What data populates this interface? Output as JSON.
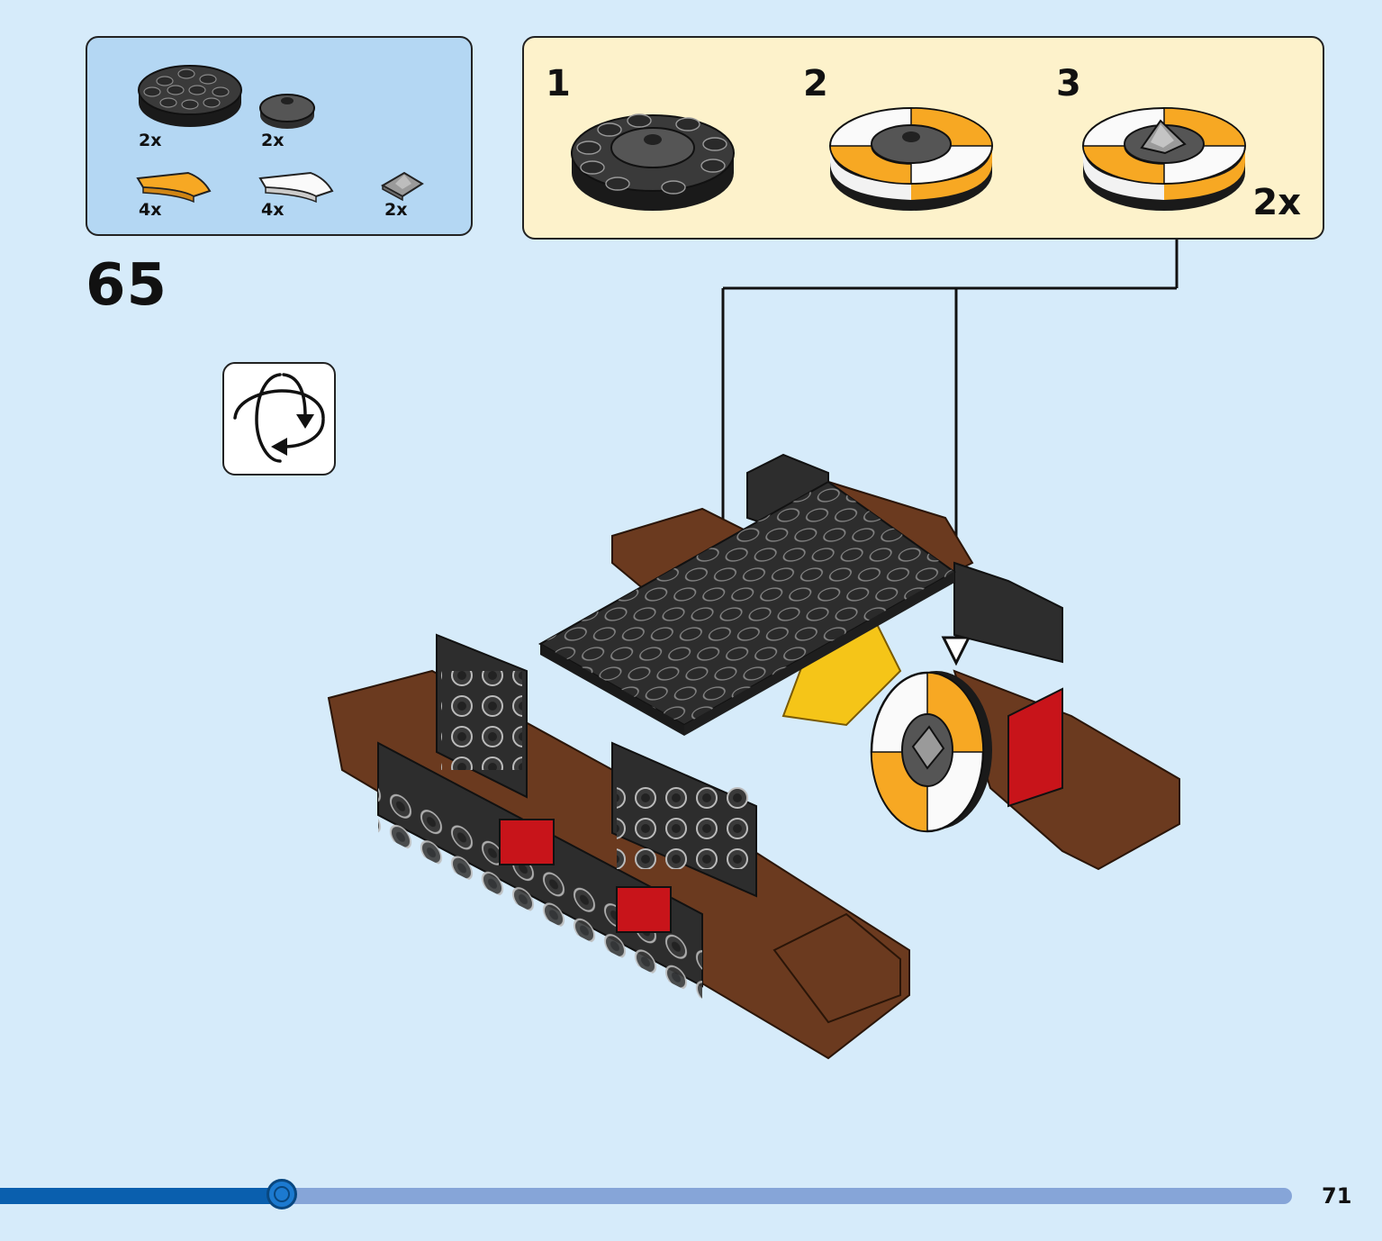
{
  "parts_list": {
    "items": [
      {
        "name": "round-plate-4x4-black",
        "qty": "2x"
      },
      {
        "name": "round-tile-2x2-dark-gray",
        "qty": "2x"
      },
      {
        "name": "curved-tile-orange",
        "qty": "4x"
      },
      {
        "name": "curved-tile-white",
        "qty": "4x"
      },
      {
        "name": "pyramid-tile-gray",
        "qty": "2x"
      }
    ]
  },
  "sub_build": {
    "steps": [
      "1",
      "2",
      "3"
    ],
    "multiplier": "2x"
  },
  "step_number": "65",
  "rotate_icon": "rotate-model-icon",
  "progress": {
    "fraction": 0.218
  },
  "page_number": "71",
  "colors": {
    "page_bg": "#d6ebfa",
    "parts_box_bg": "#b4d7f3",
    "sub_build_bg": "#fdf2cb",
    "progress_fill": "#0a5fae",
    "progress_track": "#86a5d8"
  }
}
